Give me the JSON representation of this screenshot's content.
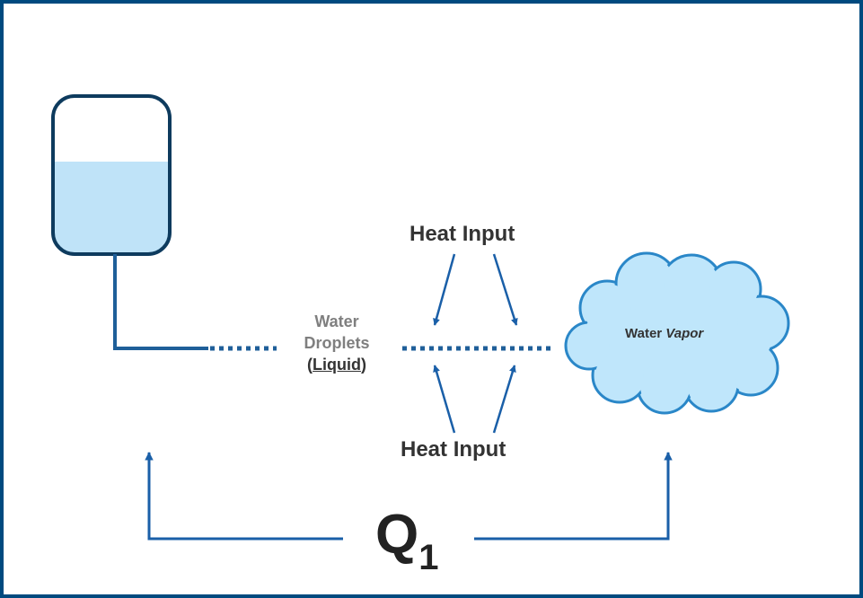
{
  "heat_input_top": "Heat Input",
  "heat_input_bottom": "Heat Input",
  "droplets": {
    "line1": "Water",
    "line2": "Droplets",
    "open_paren": "(",
    "state": "Liquid",
    "close_paren": ")"
  },
  "vapor": {
    "prefix": "Water",
    "state": "Vapor"
  },
  "flow": {
    "symbol": "Q",
    "subscript": "1"
  },
  "colors": {
    "border": "#004a7f",
    "line": "#1f5f99",
    "arrow": "#1a5fa8",
    "tank_outline": "#0e3b5e",
    "water": "#bfe3f8",
    "cloud_fill": "#bfe6fb",
    "cloud_stroke": "#2a87c8"
  }
}
